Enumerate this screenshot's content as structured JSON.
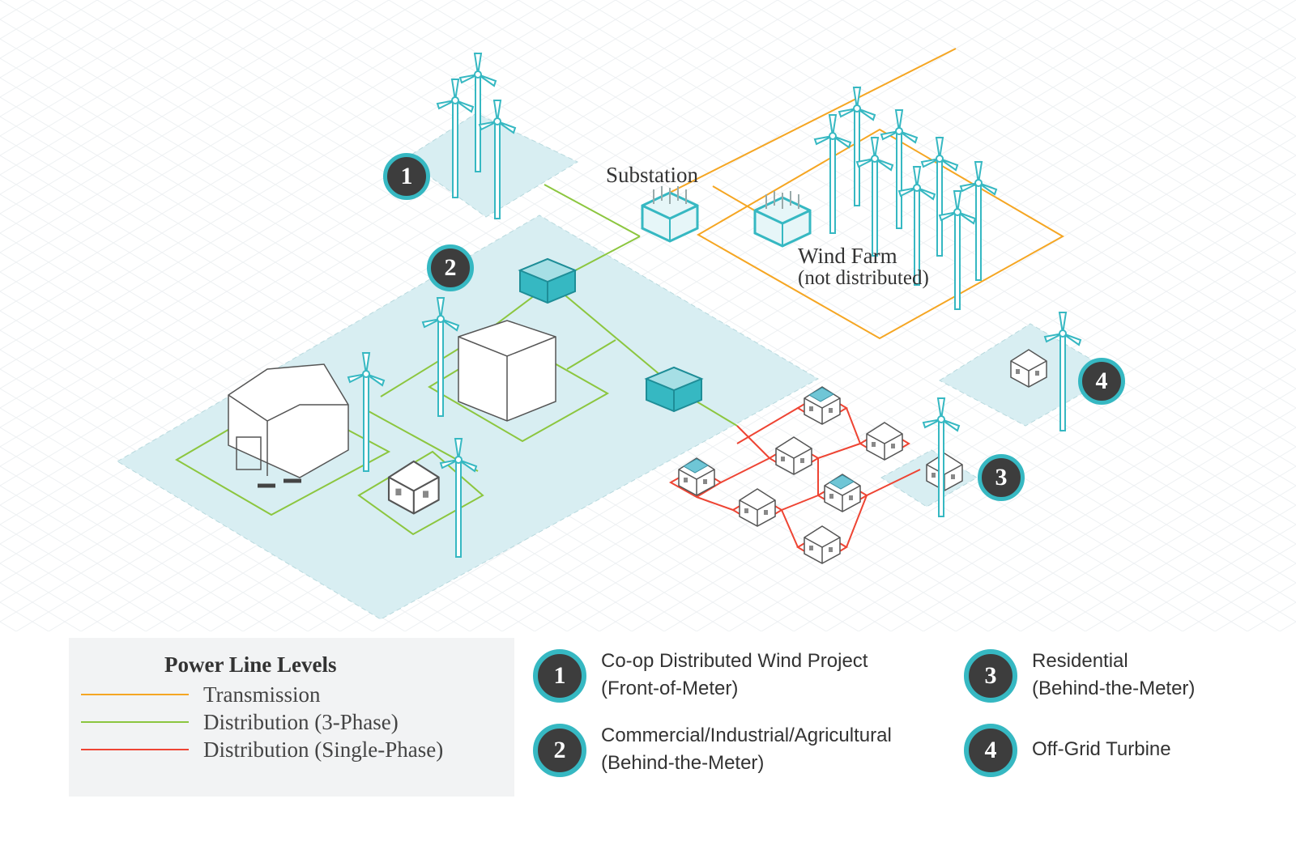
{
  "colors": {
    "transmission": "#f5a623",
    "distribution_3phase": "#8cc63f",
    "distribution_single_phase": "#ee4433",
    "accent": "#36b8c2",
    "zone_fill": "#d8eef2",
    "badge_fill": "#3d3d3d"
  },
  "scene": {
    "badges": [
      "1",
      "2",
      "3",
      "4"
    ],
    "substation_label": "Substation",
    "wind_farm_label": "Wind Farm",
    "wind_farm_sublabel": "(not distributed)"
  },
  "legend": {
    "title": "Power Line Levels",
    "items": [
      {
        "label": "Transmission",
        "color_key": "transmission"
      },
      {
        "label": "Distribution (3-Phase)",
        "color_key": "distribution_3phase"
      },
      {
        "label": "Distribution (Single-Phase)",
        "color_key": "distribution_single_phase"
      }
    ]
  },
  "key": [
    {
      "number": "1",
      "line1": "Co-op Distributed Wind Project",
      "line2": "(Front-of-Meter)"
    },
    {
      "number": "2",
      "line1": "Commercial/Industrial/Agricultural",
      "line2": "(Behind-the-Meter)"
    },
    {
      "number": "3",
      "line1": "Residential",
      "line2": "(Behind-the-Meter)"
    },
    {
      "number": "4",
      "line1": "Off-Grid Turbine",
      "line2": ""
    }
  ]
}
